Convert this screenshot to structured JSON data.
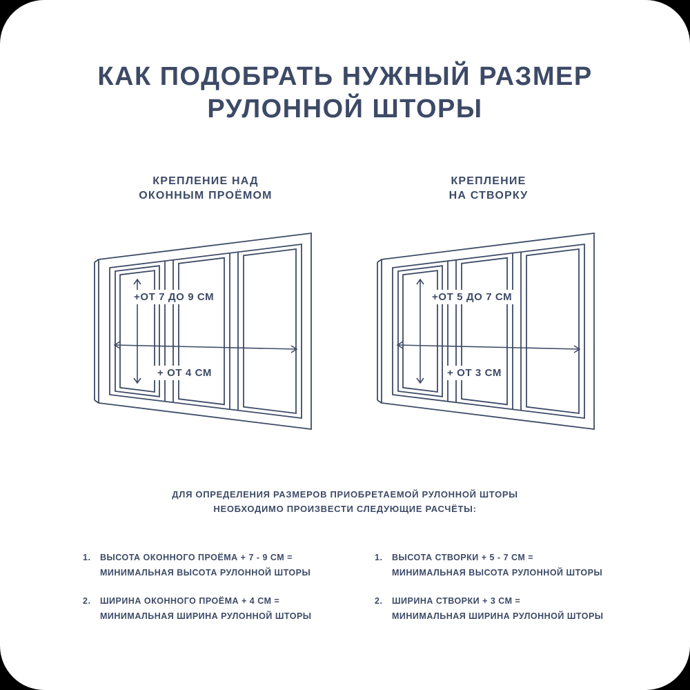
{
  "page": {
    "background": "#000000",
    "card_background": "#ffffff",
    "accent_color": "#3d4a66"
  },
  "title": {
    "line1": "КАК ПОДОБРАТЬ НУЖНЫЙ РАЗМЕР",
    "line2": "РУЛОННОЙ ШТОРЫ"
  },
  "diagrams": [
    {
      "heading_line1": "КРЕПЛЕНИЕ НАД",
      "heading_line2": "ОКОННЫМ ПРОЁМОМ",
      "height_label": "+ОТ 7 ДО 9 СМ",
      "width_label": "+ ОТ 4 СМ"
    },
    {
      "heading_line1": "КРЕПЛЕНИЕ",
      "heading_line2": "НА СТВОРКУ",
      "height_label": "+ОТ 5 ДО 7 СМ",
      "width_label": "+ ОТ 3 СМ"
    }
  ],
  "instructions": {
    "line1": "ДЛЯ ОПРЕДЕЛЕНИЯ РАЗМЕРОВ ПРИОБРЕТАЕМОЙ РУЛОННОЙ ШТОРЫ",
    "line2": "НЕОБХОДИМО ПРОИЗВЕСТИ СЛЕДУЮЩИЕ РАСЧЁТЫ:"
  },
  "calculations": [
    {
      "items": [
        {
          "num": "1.",
          "formula": "ВЫСОТА ОКОННОГО ПРОЁМА + 7 - 9 СМ =",
          "result": "МИНИМАЛЬНАЯ ВЫСОТА РУЛОННОЙ ШТОРЫ"
        },
        {
          "num": "2.",
          "formula": "ШИРИНА ОКОННОГО ПРОЁМА + 4 СМ =",
          "result": "МИНИМАЛЬНАЯ ШИРИНА РУЛОННОЙ ШТОРЫ"
        }
      ]
    },
    {
      "items": [
        {
          "num": "1.",
          "formula": "ВЫСОТА СТВОРКИ + 5 - 7 СМ =",
          "result": "МИНИМАЛЬНАЯ ВЫСОТА РУЛОННОЙ ШТОРЫ"
        },
        {
          "num": "2.",
          "formula": "ШИРИНА СТВОРКИ + 3 СМ =",
          "result": "МИНИМАЛЬНАЯ ШИРИНА РУЛОННОЙ ШТОРЫ"
        }
      ]
    }
  ]
}
